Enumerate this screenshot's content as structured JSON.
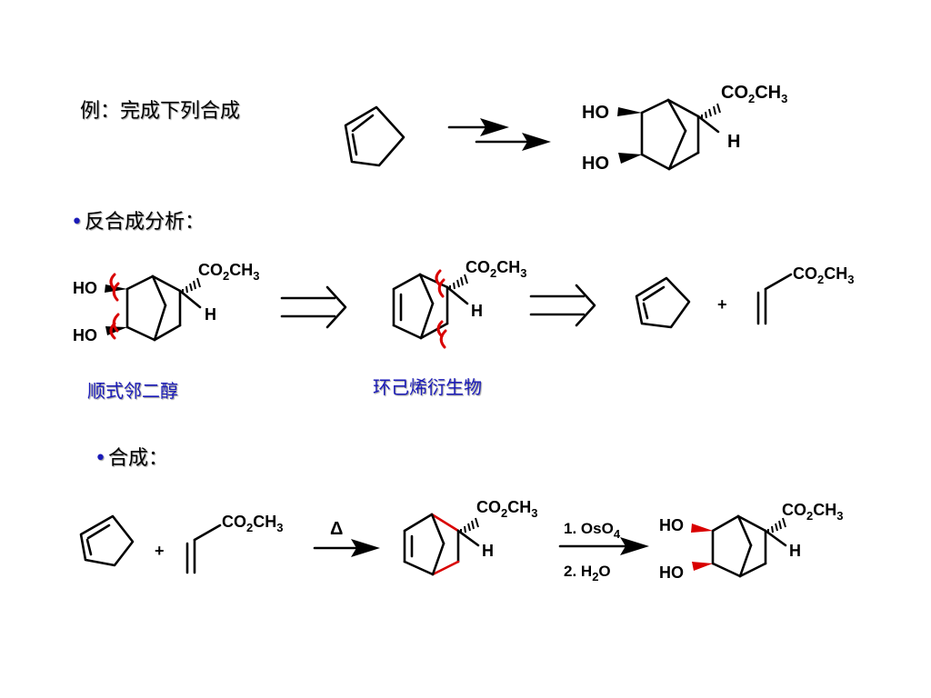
{
  "headings": {
    "example": "例：完成下列合成",
    "retro": "反合成分析：",
    "synthesis": "合成："
  },
  "bullet": "•",
  "labels": {
    "cis_diol": "顺式邻二醇",
    "cyclohexene_derivative": "环己烯衍生物"
  },
  "chem": {
    "ho": "HO",
    "h": "H",
    "ester_a": "CO",
    "ester_b": "2",
    "ester_c": "CH",
    "ester_d": "3",
    "plus": "+",
    "delta": "Δ",
    "step1_a": "1. OsO",
    "step1_b": "4",
    "step2_a": "2. H",
    "step2_b": "2",
    "step2_c": "O"
  },
  "colors": {
    "text": "#000000",
    "label_blue": "#1a1ab8",
    "disconnection_red": "#d90000",
    "shadow": "#9a9a9a"
  }
}
